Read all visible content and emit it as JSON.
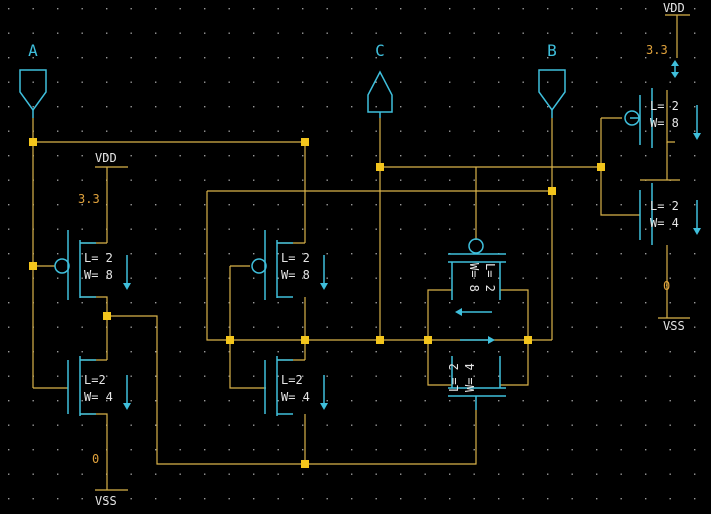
{
  "colors": {
    "background": "#000000",
    "wire": "#d9b24a",
    "device": "#3fbfdc",
    "label": "#e6e6e6",
    "value": "#e0a23c",
    "junction": "#f3c51c",
    "grid": "#9a9a9a"
  },
  "pins": {
    "a_glyph": "A",
    "c_glyph": "C",
    "b_glyph": "B"
  },
  "supplies": {
    "vdd_left": "VDD",
    "vdd_right": "VDD",
    "vss_left": "VSS",
    "vss_right": "VSS",
    "v33_left": "3.3",
    "v33_right": "3.3",
    "v0_left": "0",
    "v0_right": "0"
  },
  "devices": {
    "inv1_p": {
      "l": "L= 2",
      "w": "W= 8"
    },
    "inv1_n": {
      "l": "L=2",
      "w": "W= 4"
    },
    "inv2_p": {
      "l": "L= 2",
      "w": "W= 8"
    },
    "inv2_n": {
      "l": "L=2",
      "w": "W= 4"
    },
    "inv3_p": {
      "l": "L= 2",
      "w": "W= 8"
    },
    "inv3_n": {
      "l": "L= 2",
      "w": "W= 4"
    },
    "tg_p": {
      "w": "W= 8",
      "l": "L= 2"
    },
    "tg_n": {
      "l": "L= 2",
      "w": "W= 4"
    }
  }
}
